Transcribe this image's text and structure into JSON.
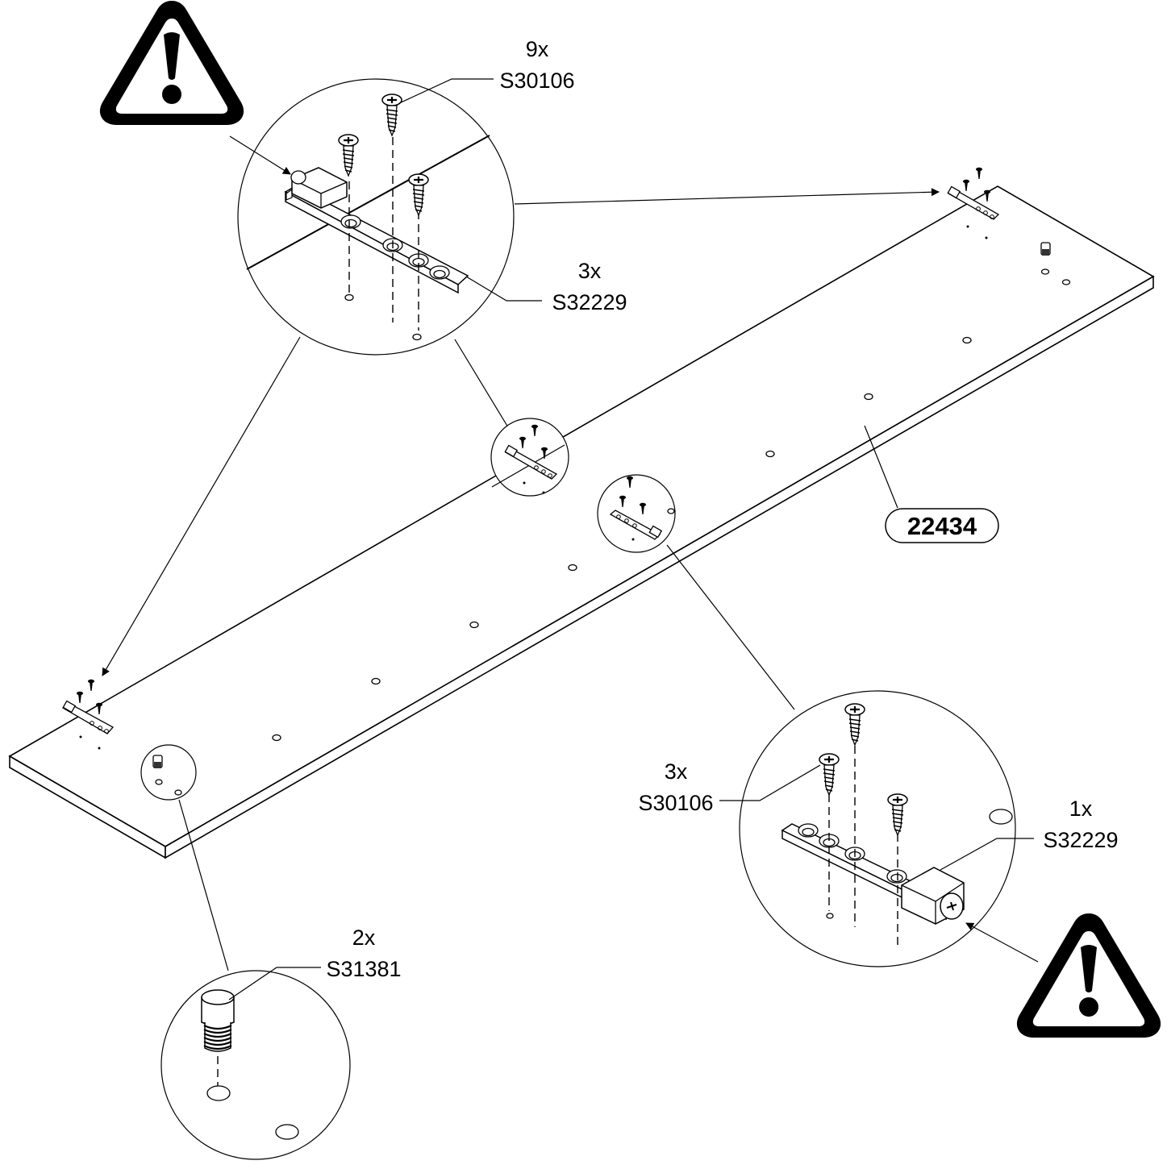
{
  "panel": {
    "part_number": "22434"
  },
  "callouts": {
    "screws_total": {
      "qty": "9x",
      "code": "S30106"
    },
    "hinge_plates_left": {
      "qty": "3x",
      "code": "S32229"
    },
    "screws_right": {
      "qty": "3x",
      "code": "S30106"
    },
    "hinge_plate_right": {
      "qty": "1x",
      "code": "S32229"
    },
    "dowel_pins": {
      "qty": "2x",
      "code": "S31381"
    }
  },
  "icons": {
    "warning_top": "warning-triangle-icon",
    "warning_bottom": "warning-triangle-icon"
  }
}
